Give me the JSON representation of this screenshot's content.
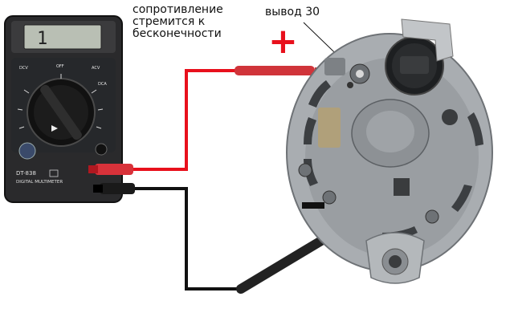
{
  "annotations": {
    "resistance_note": "сопротивление стремится к бесконечности",
    "terminal_label": "вывод 30",
    "plus_sign": "+",
    "minus_sign": "-"
  },
  "multimeter": {
    "display_value": "1",
    "model": "DT-838",
    "subtitle": "DIGITAL MULTIMETER",
    "mode_labels": {
      "dcv": "DCV",
      "off": "OFF",
      "acv": "ACV",
      "dca": "DCA"
    }
  },
  "colors": {
    "positive_wire": "#e8101c",
    "negative_wire": "#111111",
    "meter_body": "#2a2a2c",
    "alternator_metal": "#a7abae"
  },
  "icons": {
    "meter": "multimeter-icon",
    "alternator": "alternator-icon"
  }
}
